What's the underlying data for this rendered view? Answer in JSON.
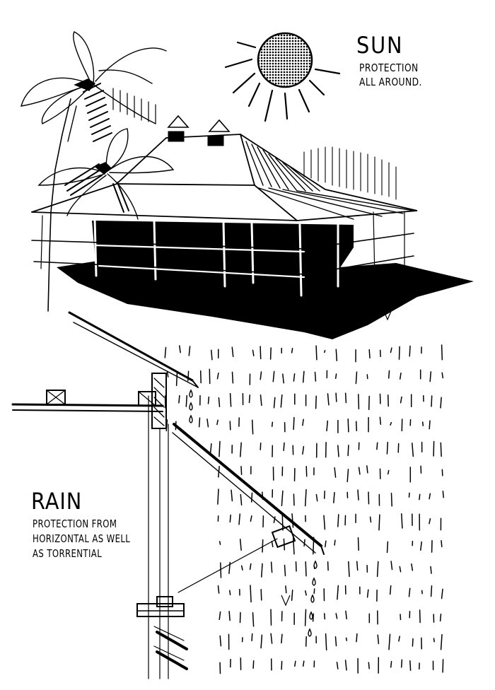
{
  "sun": {
    "title": "SUN",
    "caption_lines": [
      "PROTECTION",
      "ALL AROUND."
    ]
  },
  "rain": {
    "title": "RAIN",
    "caption_lines": [
      "PROTECTION FROM",
      "HORIZONTAL AS WELL",
      "AS TORRENTIAL"
    ]
  },
  "colors": {
    "ink": "#000000",
    "paper": "#ffffff"
  },
  "icons": [
    "sun-icon",
    "palm-tree-icon",
    "house-sketch",
    "rain-streaks",
    "eave-section-detail",
    "water-drops"
  ]
}
